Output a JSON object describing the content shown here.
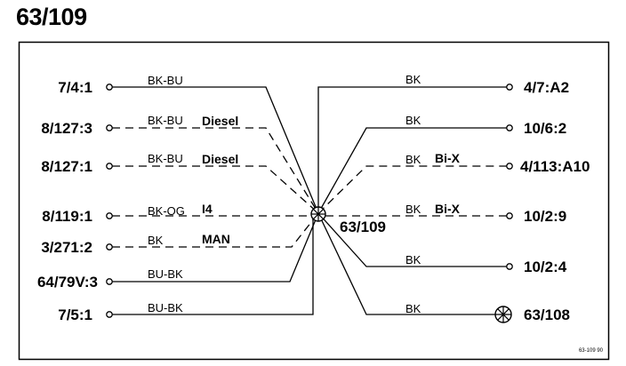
{
  "title": "63/109",
  "connector": {
    "label": "63/109"
  },
  "left_wires": [
    {
      "terminal": "7/4:1",
      "color": "BK-BU",
      "note": ""
    },
    {
      "terminal": "8/127:3",
      "color": "BK-BU",
      "note": "Diesel"
    },
    {
      "terminal": "8/127:1",
      "color": "BK-BU",
      "note": "Diesel"
    },
    {
      "terminal": "8/119:1",
      "color": "BK-OG",
      "note": "I4"
    },
    {
      "terminal": "3/271:2",
      "color": "BK",
      "note": "MAN"
    },
    {
      "terminal": "64/79V:3",
      "color": "BU-BK",
      "note": ""
    },
    {
      "terminal": "7/5:1",
      "color": "BU-BK",
      "note": ""
    }
  ],
  "right_wires": [
    {
      "terminal": "4/7:A2",
      "color": "BK",
      "note": ""
    },
    {
      "terminal": "10/6:2",
      "color": "BK",
      "note": ""
    },
    {
      "terminal": "4/113:A10",
      "color": "BK",
      "note": "Bi-X"
    },
    {
      "terminal": "10/2:9",
      "color": "BK",
      "note": "Bi-X"
    },
    {
      "terminal": "10/2:4",
      "color": "BK",
      "note": ""
    },
    {
      "terminal": "63/108",
      "color": "BK",
      "note": ""
    }
  ],
  "figure_ref": "63-109 90"
}
